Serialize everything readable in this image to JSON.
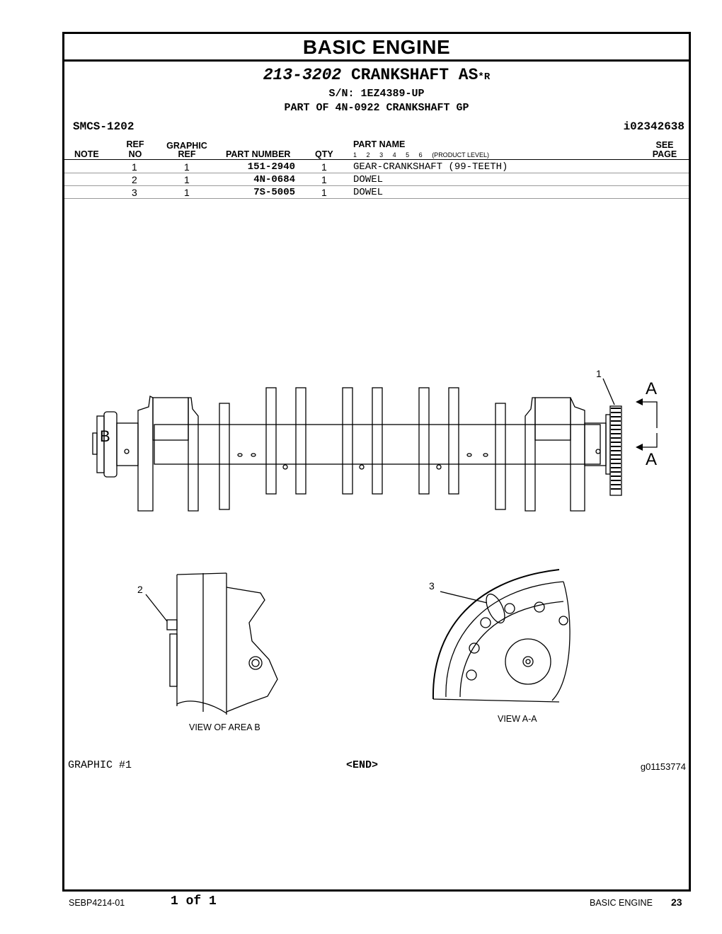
{
  "section_title": "BASIC ENGINE",
  "assembly": {
    "part_number": "213-3202",
    "name": "CRANKSHAFT AS",
    "marker": "*R",
    "serial": "S/N: 1EZ4389-UP",
    "part_of": "PART OF 4N-0922 CRANKSHAFT GP"
  },
  "smcs": "SMCS-1202",
  "illustration_id": "i02342638",
  "table_headers": {
    "note": "NOTE",
    "ref_top": "REF",
    "ref_bottom": "NO",
    "graphic_top": "GRAPHIC",
    "graphic_bottom": "REF",
    "part_number": "PART NUMBER",
    "qty": "QTY",
    "part_name": "PART NAME",
    "product_levels": [
      "1",
      "2",
      "3",
      "4",
      "5",
      "6"
    ],
    "product_level_label": "(PRODUCT LEVEL)",
    "see_top": "SEE",
    "see_bottom": "PAGE"
  },
  "parts": [
    {
      "ref": "1",
      "graphic": "1",
      "part_number": "151-2940",
      "qty": "1",
      "name": "GEAR-CRANKSHAFT (99-TEETH)"
    },
    {
      "ref": "2",
      "graphic": "1",
      "part_number": "4N-0684",
      "qty": "1",
      "name": "DOWEL"
    },
    {
      "ref": "3",
      "graphic": "1",
      "part_number": "7S-5005",
      "qty": "1",
      "name": "DOWEL"
    }
  ],
  "callouts": {
    "one": "1",
    "two": "2",
    "three": "3",
    "section_a_top": "A",
    "section_a_bottom": "A",
    "area_b": "B"
  },
  "captions": {
    "view_b": "VIEW OF AREA B",
    "view_a": "VIEW A-A"
  },
  "graphic_label": "GRAPHIC #1",
  "end_label": "<END>",
  "graphic_id": "g01153774",
  "footer": {
    "doc_number": "SEBP4214-01",
    "page_of": "1 of 1",
    "section": "BASIC ENGINE",
    "page_number": "23"
  }
}
